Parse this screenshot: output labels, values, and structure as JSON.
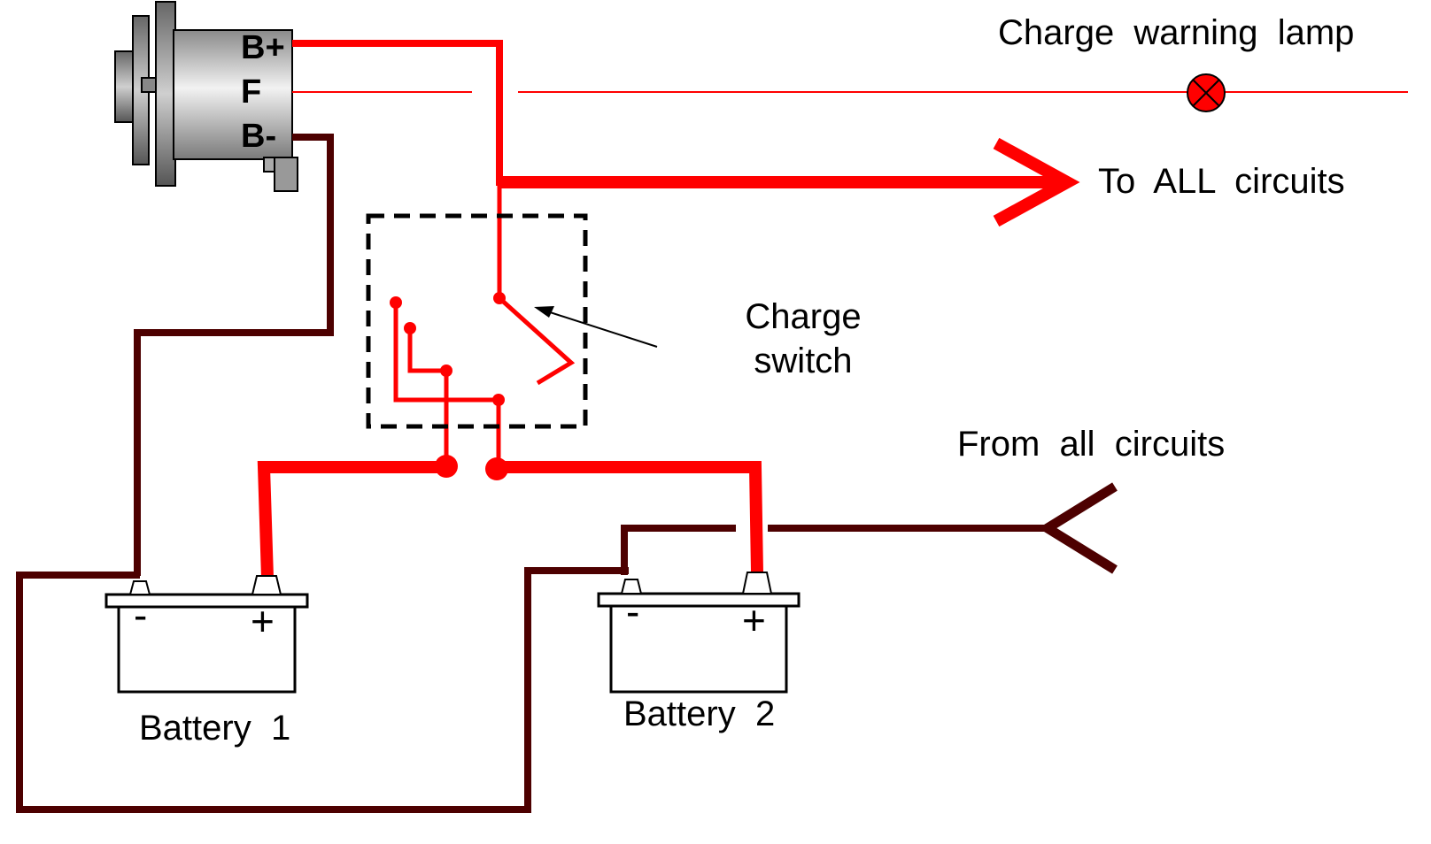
{
  "alternator": {
    "terminal_b_plus": "B+",
    "terminal_f": "F",
    "terminal_b_minus": "B-"
  },
  "labels": {
    "charge_warning_lamp": "Charge  warning  lamp",
    "to_all_circuits": "To  ALL  circuits",
    "charge_switch_line1": "Charge",
    "charge_switch_line2": "switch",
    "from_all_circuits": "From  all  circuits"
  },
  "batteries": [
    {
      "label": "Battery  1",
      "negative": "-",
      "positive": "+"
    },
    {
      "label": "Battery  2",
      "negative": "-",
      "positive": "+"
    }
  ],
  "colors": {
    "positive_wire": "#ff0000",
    "negative_wire": "#4d0000",
    "lamp": "#ff0000"
  }
}
